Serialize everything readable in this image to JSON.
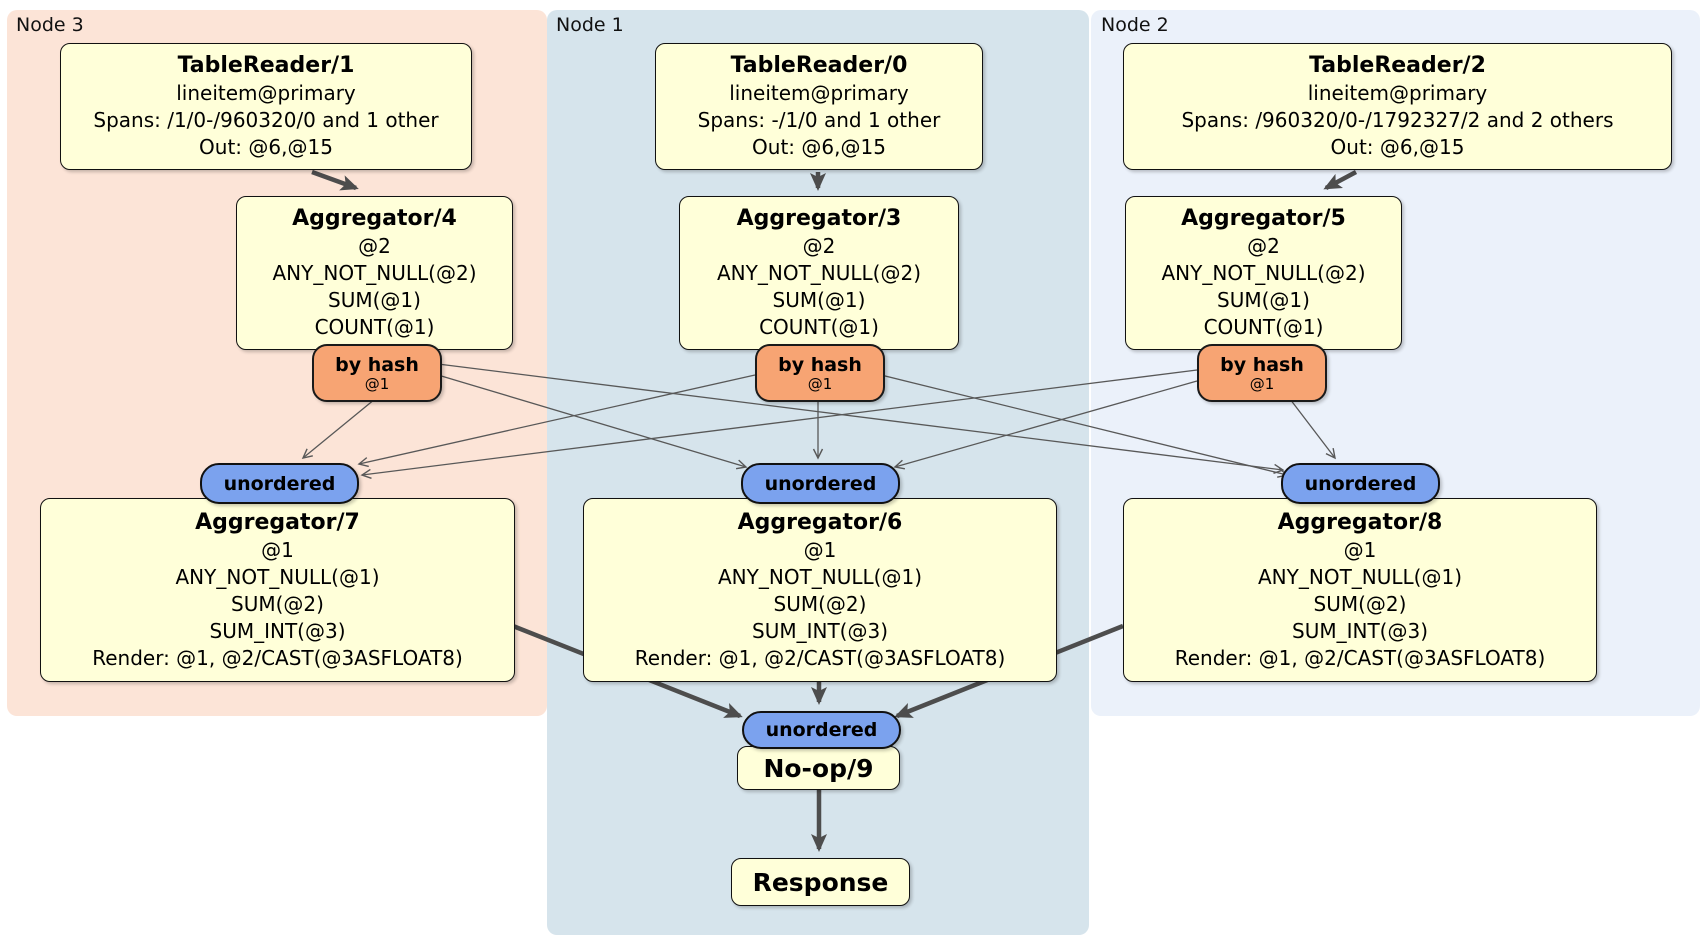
{
  "groups": {
    "node3": {
      "label": "Node 3"
    },
    "node1": {
      "label": "Node 1"
    },
    "node2": {
      "label": "Node 2"
    }
  },
  "processors": {
    "tr1": {
      "title": "TableReader/1",
      "lines": [
        "lineitem@primary",
        "Spans: /1/0-/960320/0 and 1 other",
        "Out: @6,@15"
      ]
    },
    "tr0": {
      "title": "TableReader/0",
      "lines": [
        "lineitem@primary",
        "Spans: -/1/0 and 1 other",
        "Out: @6,@15"
      ]
    },
    "tr2": {
      "title": "TableReader/2",
      "lines": [
        "lineitem@primary",
        "Spans: /960320/0-/1792327/2 and 2 others",
        "Out: @6,@15"
      ]
    },
    "agg4": {
      "title": "Aggregator/4",
      "lines": [
        "@2",
        "ANY_NOT_NULL(@2)",
        "SUM(@1)",
        "COUNT(@1)"
      ]
    },
    "agg3": {
      "title": "Aggregator/3",
      "lines": [
        "@2",
        "ANY_NOT_NULL(@2)",
        "SUM(@1)",
        "COUNT(@1)"
      ]
    },
    "agg5": {
      "title": "Aggregator/5",
      "lines": [
        "@2",
        "ANY_NOT_NULL(@2)",
        "SUM(@1)",
        "COUNT(@1)"
      ]
    },
    "agg7": {
      "title": "Aggregator/7",
      "lines": [
        "@1",
        "ANY_NOT_NULL(@1)",
        "SUM(@2)",
        "SUM_INT(@3)",
        "Render: @1, @2/CAST(@3ASFLOAT8)"
      ]
    },
    "agg6": {
      "title": "Aggregator/6",
      "lines": [
        "@1",
        "ANY_NOT_NULL(@1)",
        "SUM(@2)",
        "SUM_INT(@3)",
        "Render: @1, @2/CAST(@3ASFLOAT8)"
      ]
    },
    "agg8": {
      "title": "Aggregator/8",
      "lines": [
        "@1",
        "ANY_NOT_NULL(@1)",
        "SUM(@2)",
        "SUM_INT(@3)",
        "Render: @1, @2/CAST(@3ASFLOAT8)"
      ]
    },
    "noop": {
      "title": "No-op/9"
    },
    "response": {
      "title": "Response"
    }
  },
  "router": {
    "label": "by hash",
    "sub": "@1"
  },
  "sync": {
    "label": "unordered"
  },
  "colors": {
    "node3_bg": "#fce4d7",
    "node1_bg": "#d6e4ec",
    "node2_bg": "#ebf1fa",
    "box_fill": "#ffffd9",
    "router_fill": "#f7a473",
    "sync_fill": "#7ba2ee",
    "edge_thick": "#4d4d4d",
    "edge_thin": "#585858"
  }
}
